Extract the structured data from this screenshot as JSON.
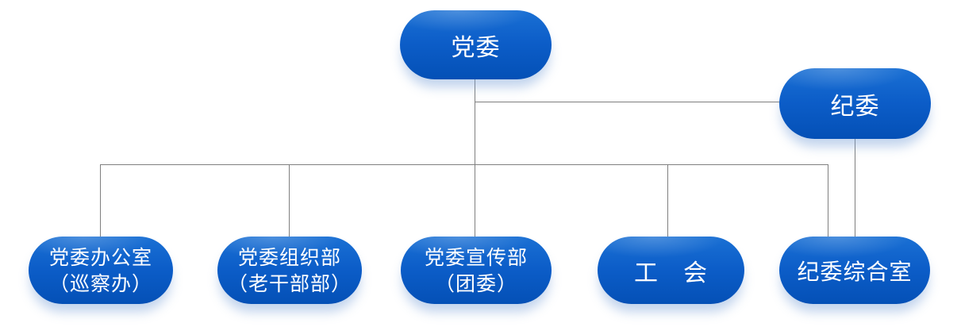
{
  "diagram": {
    "type": "org-chart",
    "colors": {
      "node_gradient_top": "#1a70d4",
      "node_gradient_bottom": "#0450b6",
      "connector_line": "#7f7f7f",
      "node_text": "#ffffff",
      "background": "#ffffff"
    },
    "nodes": {
      "dangwei": {
        "line1": "党委"
      },
      "jiwei": {
        "line1": "纪委"
      },
      "b1": {
        "line1": "党委办公室",
        "line2": "（巡察办）"
      },
      "b2": {
        "line1": "党委组织部",
        "line2": "（老干部部）"
      },
      "b3": {
        "line1": "党委宣传部",
        "line2": "（团委）"
      },
      "b4": {
        "line1": "工　会"
      },
      "b5": {
        "line1": "纪委综合室"
      }
    },
    "edges": [
      {
        "from": "党委",
        "to": "纪委"
      },
      {
        "from": "党委",
        "to": "党委办公室（巡察办）"
      },
      {
        "from": "党委",
        "to": "党委组织部（老干部部）"
      },
      {
        "from": "党委",
        "to": "党委宣传部（团委）"
      },
      {
        "from": "党委",
        "to": "工　会"
      },
      {
        "from": "党委",
        "to": "纪委综合室"
      },
      {
        "from": "纪委",
        "to": "纪委综合室"
      }
    ]
  }
}
